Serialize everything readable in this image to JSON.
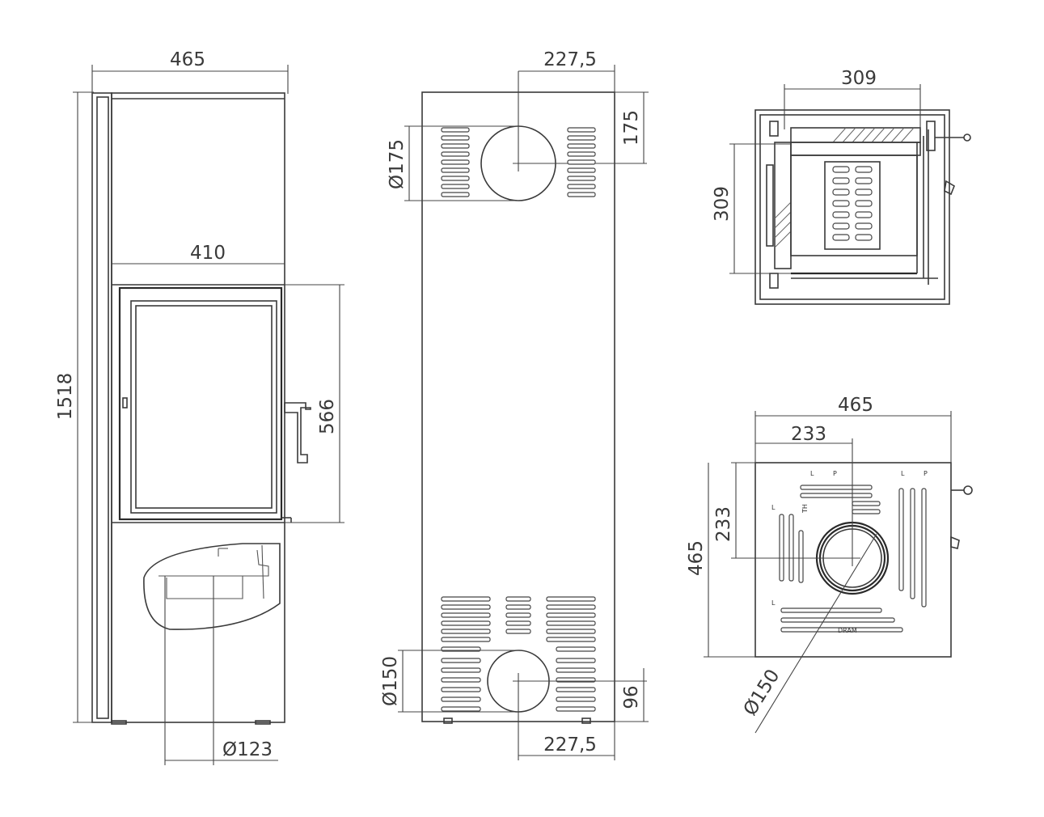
{
  "front": {
    "width_top": "465",
    "door_width": "410",
    "height_total": "1518",
    "door_height": "566",
    "air_inlet": "Ø123"
  },
  "side": {
    "top_offset": "227,5",
    "top_flue": "Ø175",
    "top_flue_height": "175",
    "bottom_flue": "Ø150",
    "bottom_flue_height": "96",
    "bottom_offset": "227,5"
  },
  "firebox_top": {
    "width": "309",
    "depth": "309"
  },
  "plan": {
    "width": "465",
    "center_x": "233",
    "center_y": "233",
    "depth": "465",
    "flue": "Ø150",
    "label_dram": "DRAM"
  }
}
